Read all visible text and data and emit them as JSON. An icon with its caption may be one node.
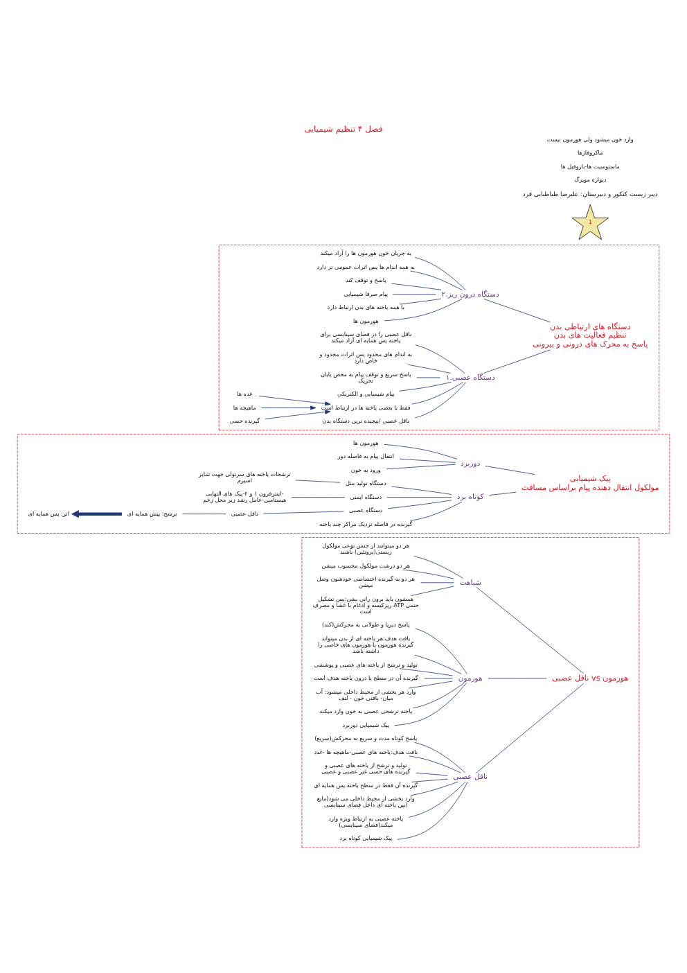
{
  "diagram": {
    "title": "فصل ۴ تنظیم شیمیایی",
    "nodes": [
      {
        "text": [],
        "shape": "box"
      },
      {
        "text": [],
        "shape": "box"
      },
      {
        "text": [],
        "shape": "box"
      },
      {
        "text": [
          "دستگاه های ارتباطی بدن",
          "تنظیم فعالیت های بدن",
          "پاسخ به محرک های درونی و بیرونی"
        ],
        "in": 0
      },
      {
        "text": [
          "۱.دستگاه عصبی"
        ],
        "in": 0
      },
      {
        "text": [
          "ناقل عصبی /پیچیده ترین دستگاه بدن"
        ],
        "in": 0
      },
      {
        "text": [
          "فقط با بعضی یاخته ها در ارتباط است"
        ],
        "in": 0
      },
      {
        "text": [
          "گیرنده حسی"
        ],
        "in": 0
      },
      {
        "text": [
          "ماهیچه ها"
        ],
        "in": 0
      },
      {
        "text": [
          "غده ها"
        ],
        "in": 0
      },
      {
        "text": [
          "پیام شیمیایی و الکتریکی"
        ],
        "in": 0
      },
      {
        "text": [
          "پاسخ سریع و توقف پیام به محض پایان تحریک"
        ],
        "in": 0
      },
      {
        "text": [
          "به اندام های محدود پس اثرات محدود و خاص دارد"
        ],
        "in": 0
      },
      {
        "text": [
          "ناقل عصبی را در فضای سیناپسی برای یاخته پس همایه ای آزاد میکند"
        ],
        "in": 0
      },
      {
        "text": [
          "۲.دستگاه درون ریز"
        ],
        "in": 0
      },
      {
        "text": [
          "هورمون ها"
        ],
        "in": 0
      },
      {
        "text": [
          "با همه یاخته های بدن ارتباط دارد"
        ],
        "in": 0
      },
      {
        "text": [
          "پیام صرفا شیمیایی"
        ],
        "in": 0
      },
      {
        "text": [
          "پاسخ و توقف کند"
        ],
        "in": 0
      },
      {
        "text": [
          "به همه اندام ها پس اثرات عمومی تر دارد"
        ],
        "in": 0
      },
      {
        "text": [
          "به جریان خون هورمون ها را آزاد میکند"
        ],
        "in": 0
      },
      {
        "text": [
          "پیک شیمیایی",
          "مولکول انتقال دهنده پیام براساس مسافت"
        ],
        "in": 1
      },
      {
        "text": [
          "کوتاه برد"
        ],
        "in": 1
      },
      {
        "text": [
          "گیرنده در فاصله نزدیک مراکز چند یاخته"
        ],
        "in": 1
      },
      {
        "text": [
          "دستگاه عصبی"
        ],
        "in": 1
      },
      {
        "text": [
          "ناقل عصبی"
        ],
        "in": 1
      },
      {
        "text": [
          "ترشح: پیش همایه ای"
        ],
        "in": 1
      },
      {
        "text": [
          "اثر: پس همایه ای"
        ],
        "in": 1
      },
      {
        "text": [
          "دستگاه ایمنی"
        ],
        "in": 1
      },
      {
        "text": [
          "اینترفرون ۱ و ۲-پیک های التهابی-هیستامین-عامل رشد زیر محل زخم"
        ],
        "in": 1
      },
      {
        "text": [
          "دستگاه تولید مثل"
        ],
        "in": 1
      },
      {
        "text": [
          "ترشحات یاخته های سرتولی جهت تمایز اسپرم"
        ],
        "in": 1
      },
      {
        "text": [
          "دوربرد"
        ],
        "in": 1
      },
      {
        "text": [
          "ورود به خون"
        ],
        "in": 1
      },
      {
        "text": [
          "انتقال پیام به فاصله دور"
        ],
        "in": 1
      },
      {
        "text": [
          "هورمون ها"
        ],
        "in": 1
      },
      {
        "text": [
          "ناقل عصبی vs هورمون"
        ],
        "in": 2
      },
      {
        "text": [
          "ناقل عصبی"
        ],
        "in": 2
      },
      {
        "text": [
          "پیک شیمیایی کوتاه برد"
        ],
        "in": 2
      },
      {
        "text": [
          "یاخته عصبی به ارتباط ویژه وارد میکند(فضای سیناپسی)"
        ],
        "in": 2
      },
      {
        "text": [
          "وارد بخشی از محیط داخلی می شود(مایع بین یاخته ای داخل فضای سیناپسی)"
        ],
        "in": 2
      },
      {
        "text": [
          "گیرنده آن فقط در سطح یاخته پس همایه ای"
        ],
        "in": 2
      },
      {
        "text": [
          "تولید و ترشح از یاخته های عصبی و گیرنده های حسی غیر عصبی و عصبی"
        ],
        "in": 2
      },
      {
        "text": [
          "بافت هدف:یاخته های عصبی-ماهیچه ها -غدد"
        ],
        "in": 2
      },
      {
        "text": [
          "پاسخ کوتاه مدت و سریع به محرکش(سریع)"
        ],
        "in": 2
      },
      {
        "text": [
          "هورمون"
        ],
        "in": 2
      },
      {
        "text": [
          "پیک شیمیایی دوربرد"
        ],
        "in": 2
      },
      {
        "text": [
          "یاخته ترشحی عصبی به خون وارد میکند"
        ],
        "in": 2
      },
      {
        "text": [
          "وارد هر بخشی از محیط داخلی میشود: آب میان- بافتی خون - لنف"
        ],
        "in": 2
      },
      {
        "text": [
          "گیرنده آن در سطح یا درون یاخته هدف است"
        ],
        "in": 2
      },
      {
        "text": [
          "تولید و ترشح از یاخته های عصبی و پوششی"
        ],
        "in": 2
      },
      {
        "text": [
          "بافت هدف:هر یاخته ای از بدن میتواند گیرنده هورمون یا هورمون های خاصی را داشته باشد"
        ],
        "in": 2
      },
      {
        "text": [
          "پاسخ دیرپا و طولانی به محرکش(کند)"
        ],
        "in": 2
      },
      {
        "text": [
          "شباهت"
        ],
        "in": 2
      },
      {
        "text": [
          "همشون باید برون رانی بشن:پس تشکیل ریزکیسه و ادغام با غشا و مصرف ATP حتمی است"
        ],
        "in": 2
      },
      {
        "text": [
          "هر دو به گیرنده اختصاصی خودشون وصل میشن"
        ],
        "in": 2
      },
      {
        "text": [
          "هر دو درشت مولکول محسوب میشن"
        ],
        "in": 2
      },
      {
        "text": [
          "هر دو میتوانند از جنس نوعی مولکول زیستی(پروتئین) باشند"
        ],
        "in": 2
      }
    ],
    "edges": [
      {
        "from": 3,
        "to": 4,
        "arrow": "none"
      },
      {
        "from": 3,
        "to": 14,
        "arrow": "none"
      },
      {
        "from": 4,
        "to": 5,
        "arrow": "none"
      },
      {
        "from": 4,
        "to": 6,
        "arrow": "none"
      },
      {
        "from": 7,
        "to": 6,
        "arrow": "to"
      },
      {
        "from": 8,
        "to": 6,
        "arrow": "to"
      },
      {
        "from": 9,
        "to": 6,
        "arrow": "to"
      },
      {
        "from": 4,
        "to": 10,
        "arrow": "none"
      },
      {
        "from": 4,
        "to": 11,
        "arrow": "none"
      },
      {
        "from": 4,
        "to": 12,
        "arrow": "none"
      },
      {
        "from": 4,
        "to": 13,
        "arrow": "none"
      },
      {
        "from": 14,
        "to": 15,
        "arrow": "none"
      },
      {
        "from": 14,
        "to": 16,
        "arrow": "none"
      },
      {
        "from": 14,
        "to": 17,
        "arrow": "none"
      },
      {
        "from": 14,
        "to": 18,
        "arrow": "none"
      },
      {
        "from": 14,
        "to": 19,
        "arrow": "none"
      },
      {
        "from": 14,
        "to": 20,
        "arrow": "none"
      },
      {
        "from": 21,
        "to": 22,
        "arrow": "none"
      },
      {
        "from": 21,
        "to": 32,
        "arrow": "none"
      },
      {
        "from": 22,
        "to": 23,
        "arrow": "none"
      },
      {
        "from": 22,
        "to": 24,
        "arrow": "none"
      },
      {
        "from": 24,
        "to": 25,
        "arrow": "none"
      },
      {
        "from": 25,
        "to": 26,
        "arrow": "none"
      },
      {
        "from": 26,
        "to": 27,
        "arrow": "to",
        "style": "thick"
      },
      {
        "from": 22,
        "to": 28,
        "arrow": "none"
      },
      {
        "from": 28,
        "to": 29,
        "arrow": "none"
      },
      {
        "from": 22,
        "to": 30,
        "arrow": "none"
      },
      {
        "from": 30,
        "to": 31,
        "arrow": "none"
      },
      {
        "from": 32,
        "to": 33,
        "arrow": "none"
      },
      {
        "from": 32,
        "to": 34,
        "arrow": "none"
      },
      {
        "from": 32,
        "to": 35,
        "arrow": "none"
      },
      {
        "from": 36,
        "to": 37,
        "arrow": "none"
      },
      {
        "from": 36,
        "to": 45,
        "arrow": "none"
      },
      {
        "from": 36,
        "to": 53,
        "arrow": "none"
      },
      {
        "from": 37,
        "to": 38,
        "arrow": "none"
      },
      {
        "from": 37,
        "to": 39,
        "arrow": "none"
      },
      {
        "from": 37,
        "to": 40,
        "arrow": "none"
      },
      {
        "from": 37,
        "to": 41,
        "arrow": "none"
      },
      {
        "from": 37,
        "to": 42,
        "arrow": "none"
      },
      {
        "from": 37,
        "to": 43,
        "arrow": "none"
      },
      {
        "from": 37,
        "to": 44,
        "arrow": "none"
      },
      {
        "from": 45,
        "to": 46,
        "arrow": "none"
      },
      {
        "from": 45,
        "to": 47,
        "arrow": "none"
      },
      {
        "from": 45,
        "to": 48,
        "arrow": "none"
      },
      {
        "from": 45,
        "to": 49,
        "arrow": "none"
      },
      {
        "from": 45,
        "to": 50,
        "arrow": "none"
      },
      {
        "from": 45,
        "to": 51,
        "arrow": "none"
      },
      {
        "from": 45,
        "to": 52,
        "arrow": "none"
      },
      {
        "from": 53,
        "to": 54,
        "arrow": "none"
      },
      {
        "from": 53,
        "to": 55,
        "arrow": "none"
      },
      {
        "from": 53,
        "to": 56,
        "arrow": "none"
      },
      {
        "from": 53,
        "to": 57,
        "arrow": "none"
      }
    ],
    "labels": [
      "1",
      "دبیر زیست کنکور و دبیرستان: علیرضا طباطبایی فرد",
      "دیواره مویرگ",
      "ماستوسیت ها-بازوفیل ها",
      "ماکروفاژها",
      "وارد خون میشود ولی هورمون نیست"
    ]
  }
}
